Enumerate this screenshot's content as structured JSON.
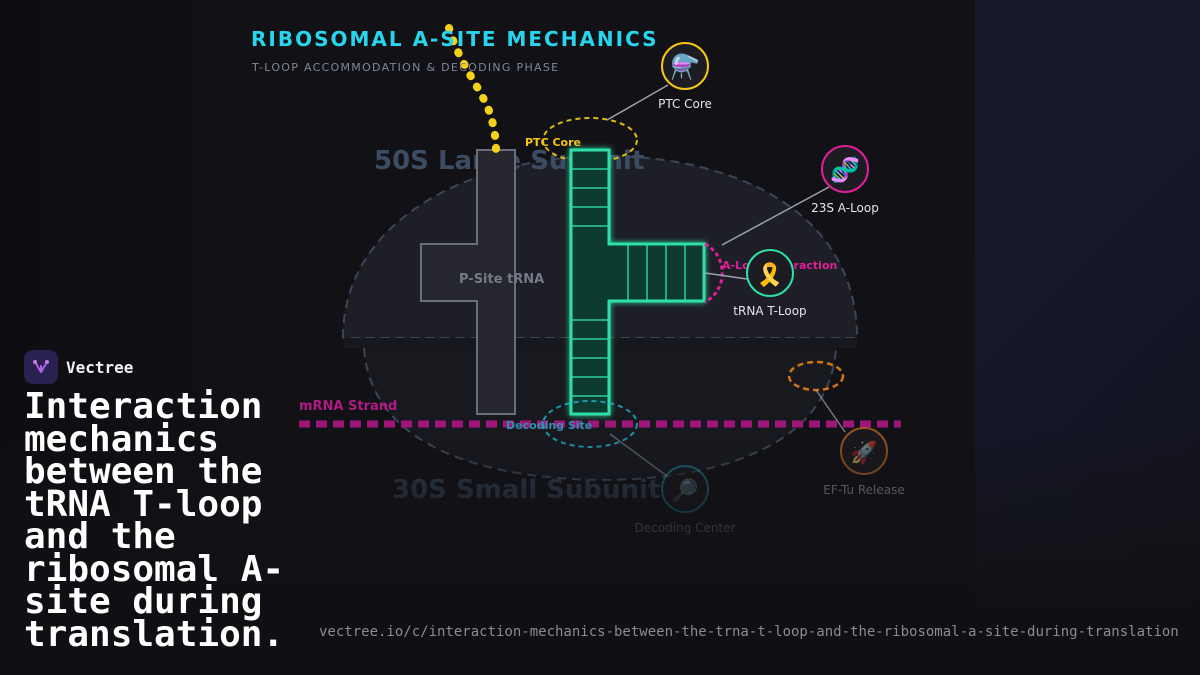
{
  "header": {
    "title": "RIBOSOMAL A-SITE MECHANICS",
    "subtitle": "T-LOOP ACCOMMODATION & DECODING PHASE"
  },
  "diagram": {
    "large_subunit_label": "50S Large Subunit",
    "small_subunit_label": "30S Small Subunit",
    "p_site_label": "P-Site tRNA",
    "ptc_core_tag": "PTC Core",
    "a_loop_interaction_label": "A-Loop Interaction",
    "decoding_site_label": "Decoding Site",
    "mrna_label": "mRNA Strand",
    "callouts": [
      {
        "label": "PTC Core",
        "icon": "flask-icon",
        "glyph": "⚗️",
        "color": "#f5c518"
      },
      {
        "label": "23S A-Loop",
        "icon": "dna-icon",
        "glyph": "🧬",
        "color": "#e01e9a"
      },
      {
        "label": "tRNA T-Loop",
        "icon": "ribbon-icon",
        "glyph": "🎗️",
        "color": "#2de0a8"
      },
      {
        "label": "Decoding Center",
        "icon": "magnifier-icon",
        "glyph": "🔎",
        "color": "#1fb7c9"
      },
      {
        "label": "EF-Tu Release",
        "icon": "rocket-icon",
        "glyph": "🚀",
        "color": "#e2821a"
      }
    ],
    "colors": {
      "accent_cyan": "#27d6ee",
      "trna_green": "#2de0a8",
      "magenta": "#e01e9a",
      "yellow": "#f5c518",
      "orange": "#e2821a"
    }
  },
  "brand": {
    "name": "Vectree"
  },
  "headline": "Interaction mechanics between the tRNA T-loop and the ribosomal A-site during translation.",
  "footer": {
    "url": "vectree.io/c/interaction-mechanics-between-the-trna-t-loop-and-the-ribosomal-a-site-during-translation"
  }
}
